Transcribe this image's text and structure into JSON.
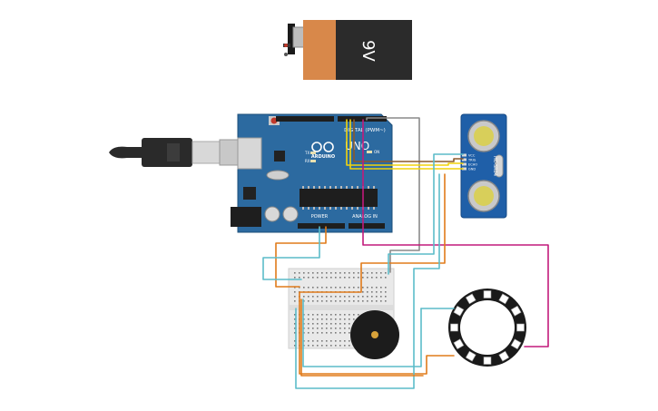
{
  "battery": {
    "label": "9V"
  },
  "arduino": {
    "digital_label": "DIGITAL (PWM~)",
    "model_label": "UNO",
    "brand_label": "ARDUINO",
    "power_label": "POWER",
    "analog_label": "ANALOG IN",
    "tx_label": "TX",
    "rx_label": "RX",
    "on_label": "ON",
    "l_label": "L"
  },
  "sensor": {
    "model_label": "HC-SR04",
    "pin_labels": [
      "VCC",
      "TRIG",
      "ECHO",
      "GND"
    ]
  },
  "colors": {
    "wire_orange": "#e07b1a",
    "wire_cyan": "#5bbcc9",
    "wire_yellow": "#f2d40c",
    "wire_gray": "#8a8a8a",
    "wire_magenta": "#c21a7b",
    "wire_brown": "#8b5a2b",
    "arduino_blue": "#2c6aa0",
    "sensor_blue": "#1f5fa8",
    "battery_orange": "#d8884a",
    "battery_dark": "#2b2b2b"
  },
  "icons": {
    "usb_cable": "usb-cable-icon",
    "battery": "battery-9v-icon",
    "buzzer": "piezo-buzzer-icon",
    "ring": "neopixel-ring-icon"
  }
}
